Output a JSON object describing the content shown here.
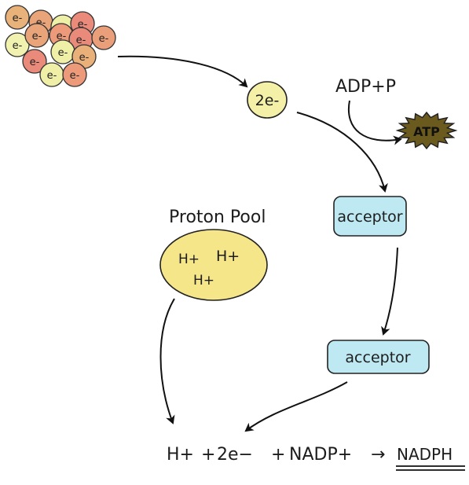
{
  "electron_cluster": {
    "electron_label": "e-",
    "electrons": [
      {
        "fill": "#e8b27a"
      },
      {
        "fill": "#e9a47a"
      },
      {
        "fill": "#eef0a8"
      },
      {
        "fill": "#e98a7a"
      },
      {
        "fill": "#f2f2b0"
      },
      {
        "fill": "#e9a47a"
      },
      {
        "fill": "#ec9a7a"
      },
      {
        "fill": "#e98a7a"
      },
      {
        "fill": "#e9a07a"
      },
      {
        "fill": "#e98a7a"
      },
      {
        "fill": "#f0efa8"
      },
      {
        "fill": "#e9b07a"
      },
      {
        "fill": "#f0efa8"
      },
      {
        "fill": "#ec9a7a"
      }
    ]
  },
  "two_electrons": {
    "label": "2e-",
    "fill": "#f5f0a8"
  },
  "atp_reaction": {
    "reactants": "ADP+P",
    "product": "ATP",
    "product_fill": "#6b5a1e"
  },
  "proton_pool": {
    "title": "Proton Pool",
    "fill": "#f6e68a",
    "protons": [
      "H+",
      "H+",
      "H+"
    ]
  },
  "acceptors": [
    {
      "label": "acceptor",
      "fill": "#bfe9f2"
    },
    {
      "label": "acceptor",
      "fill": "#bfe9f2"
    }
  ],
  "final_equation": {
    "h_plus": "H+",
    "plus1": "+",
    "two_e": "2e−",
    "plus2": "+",
    "nadp": "NADP+",
    "arrow": "→",
    "product": "NADPH"
  }
}
